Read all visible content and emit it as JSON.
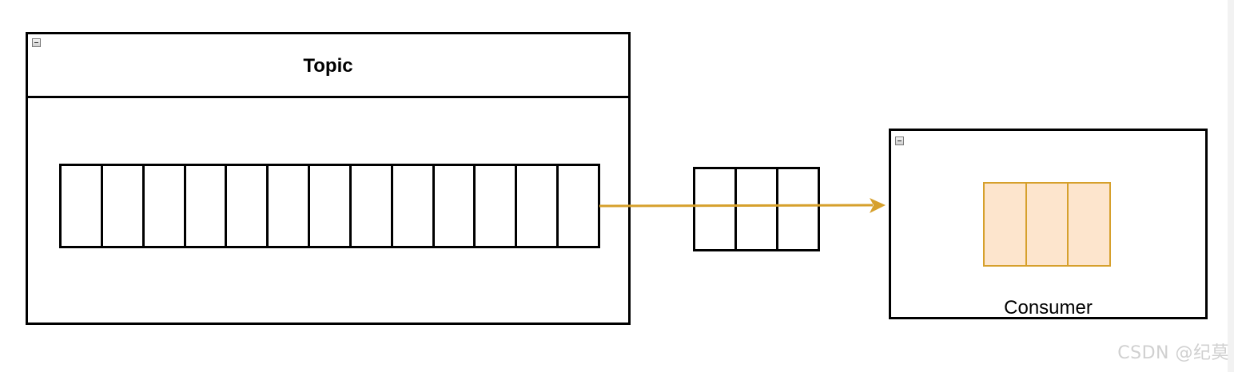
{
  "topic": {
    "title": "Topic",
    "queue_cell_count": 13,
    "collapse_icon": "minus-square-icon"
  },
  "in_transit": {
    "cell_count": 3
  },
  "consumer": {
    "title": "Consumer",
    "buffer_cell_count": 3,
    "collapse_icon": "minus-square-icon"
  },
  "colors": {
    "border": "#000000",
    "arrow": "#d6a02c",
    "consumer_cell_fill": "#fde5cd",
    "consumer_cell_border": "#d6a02c"
  },
  "watermark": "CSDN @纪莫"
}
